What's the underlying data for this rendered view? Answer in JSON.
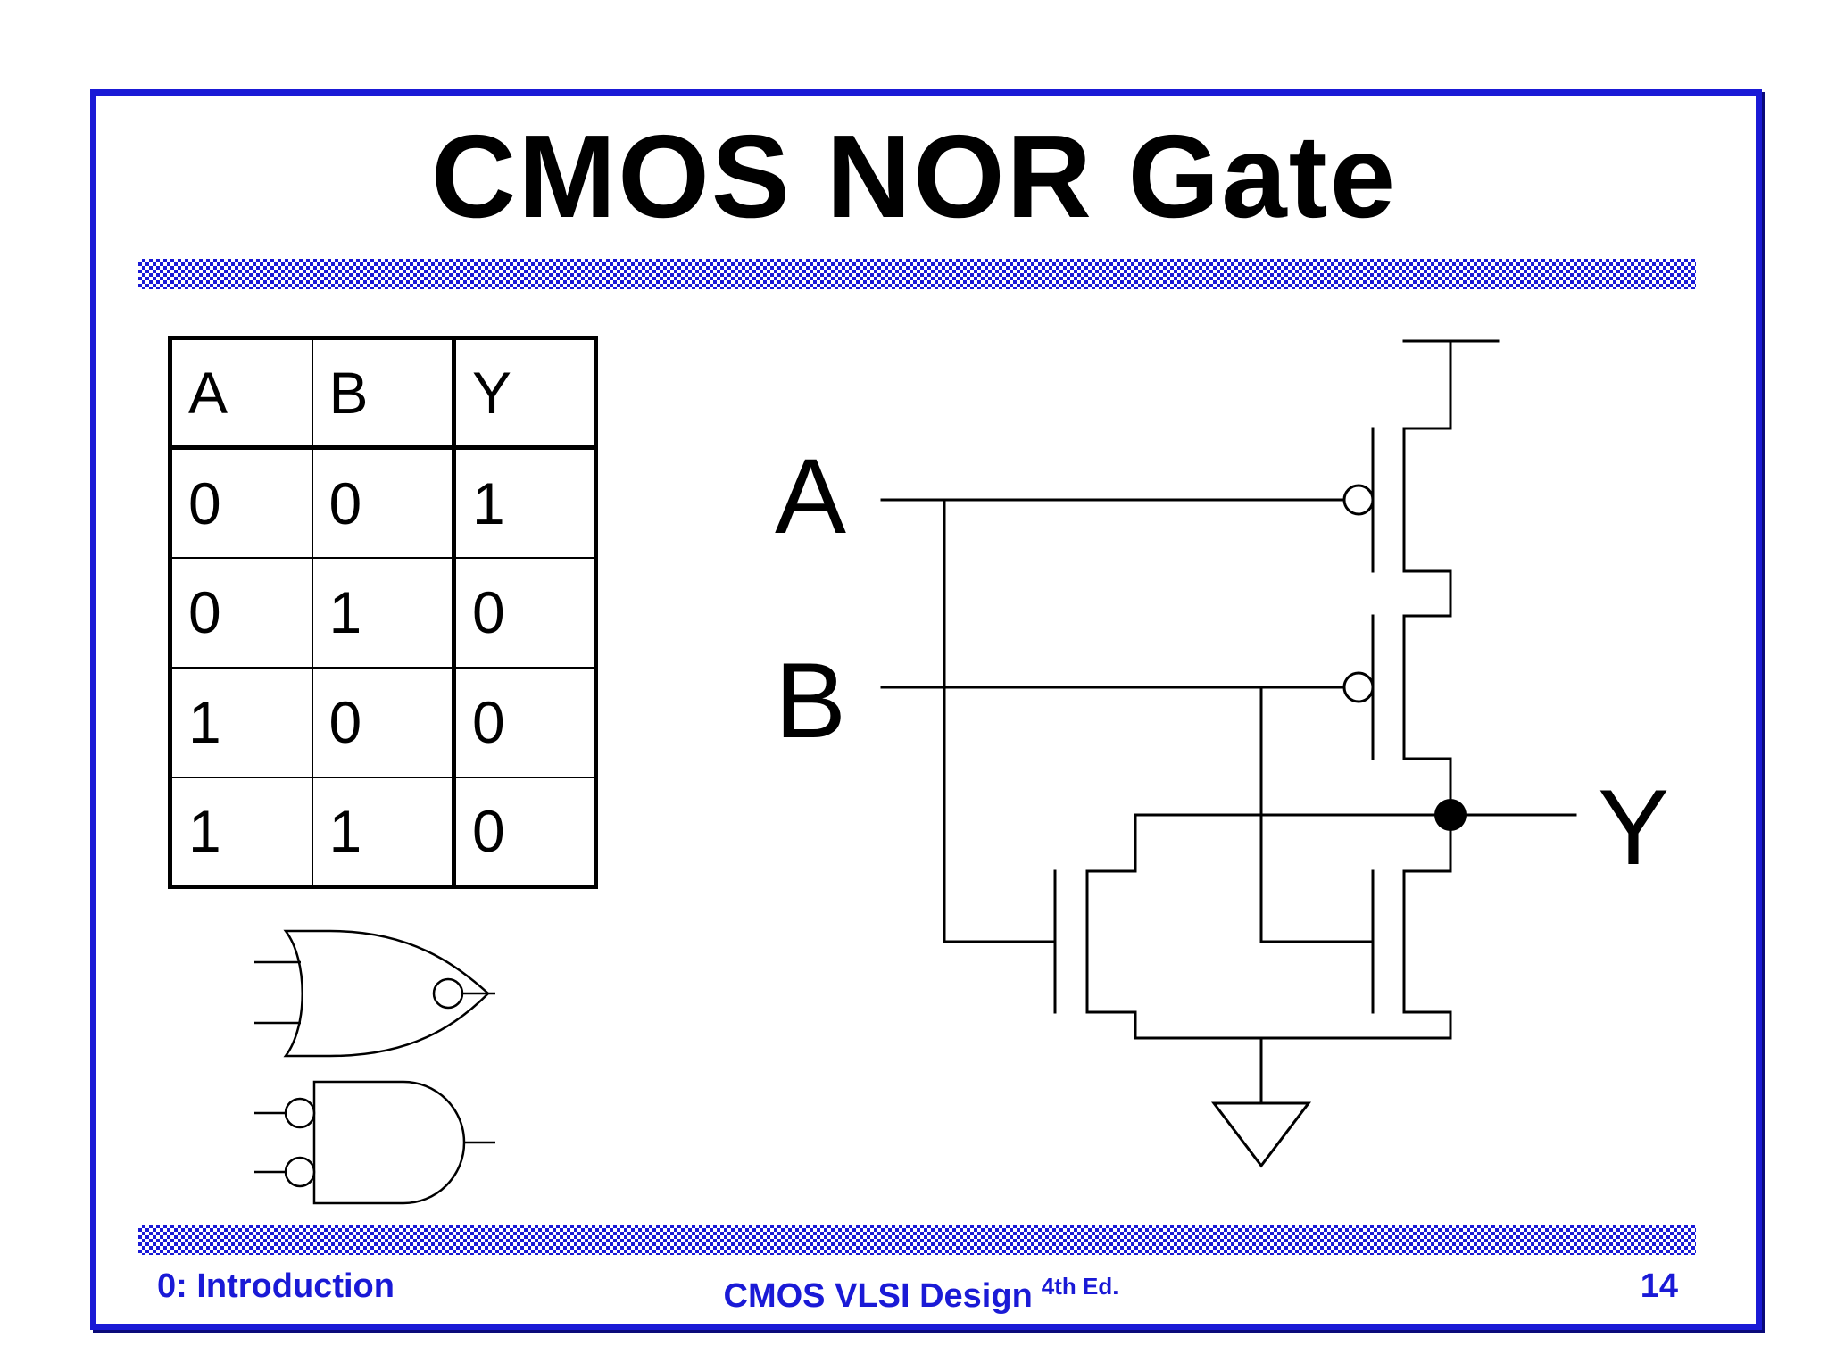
{
  "slide": {
    "title": "CMOS NOR Gate",
    "footer": {
      "section": "0: Introduction",
      "course": "CMOS VLSI Design",
      "edition": "4th Ed.",
      "page_number": "14"
    }
  },
  "truth_table": {
    "headers": [
      "A",
      "B",
      "Y"
    ],
    "rows": [
      [
        "0",
        "0",
        "1"
      ],
      [
        "0",
        "1",
        "0"
      ],
      [
        "1",
        "0",
        "0"
      ],
      [
        "1",
        "1",
        "0"
      ]
    ]
  },
  "schematic": {
    "input_a": "A",
    "input_b": "B",
    "output_y": "Y"
  },
  "colors": {
    "frame": "#1a1ad6",
    "footer_text": "#1a1ad6",
    "ink": "#000000"
  },
  "icons": [
    "nor-gate-icon",
    "and-gate-inverted-inputs-icon",
    "ground-symbol-icon",
    "vdd-rail-icon"
  ]
}
